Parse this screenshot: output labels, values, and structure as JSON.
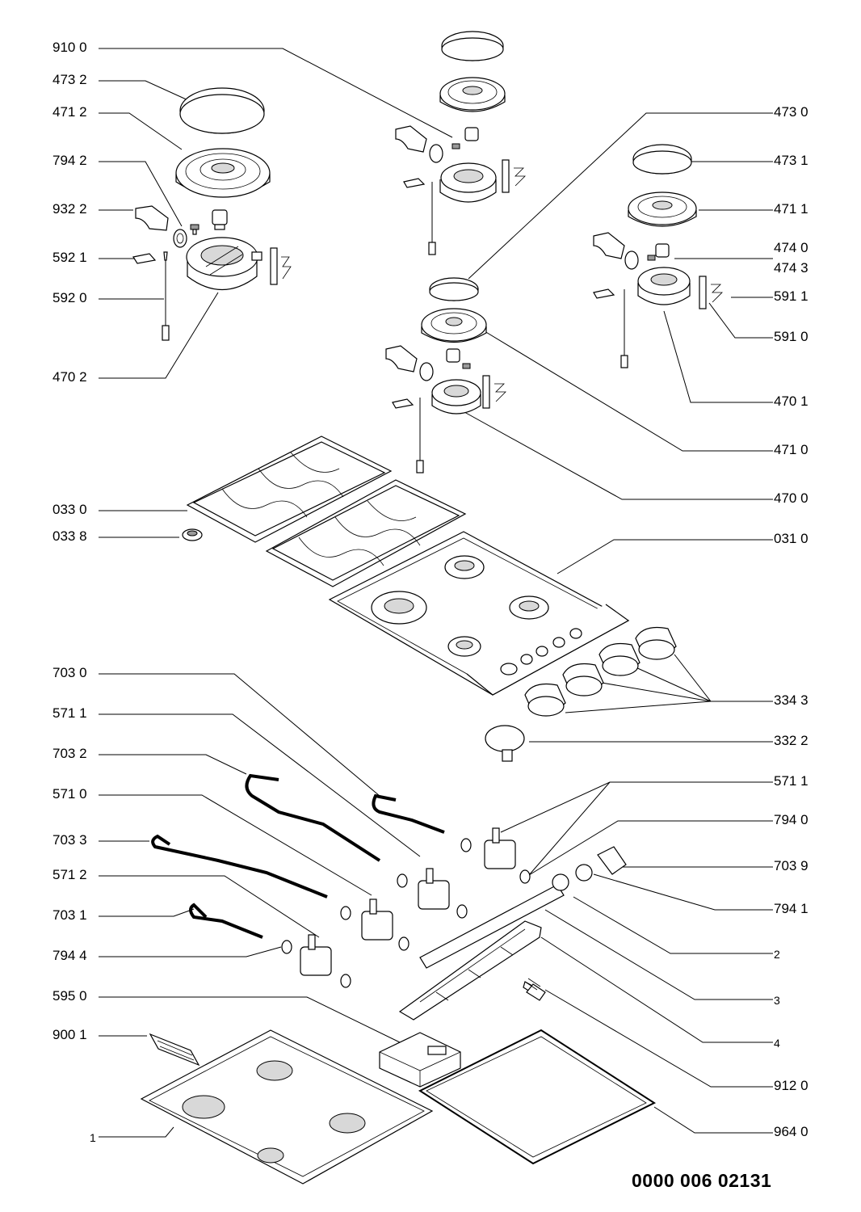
{
  "labels_left": [
    {
      "id": "l-9100",
      "text": "910 0"
    },
    {
      "id": "l-4732",
      "text": "473 2"
    },
    {
      "id": "l-4712",
      "text": "471 2"
    },
    {
      "id": "l-7942",
      "text": "794 2"
    },
    {
      "id": "l-9322",
      "text": "932 2"
    },
    {
      "id": "l-5921",
      "text": "592 1"
    },
    {
      "id": "l-5920",
      "text": "592 0"
    },
    {
      "id": "l-4702",
      "text": "470 2"
    },
    {
      "id": "l-0330",
      "text": "033 0"
    },
    {
      "id": "l-0338",
      "text": "033 8"
    },
    {
      "id": "l-7030",
      "text": "703 0"
    },
    {
      "id": "l-5711a",
      "text": "571 1"
    },
    {
      "id": "l-7032",
      "text": "703 2"
    },
    {
      "id": "l-5710",
      "text": "571 0"
    },
    {
      "id": "l-7033",
      "text": "703 3"
    },
    {
      "id": "l-5712",
      "text": "571 2"
    },
    {
      "id": "l-7031",
      "text": "703 1"
    },
    {
      "id": "l-7944",
      "text": "794 4"
    },
    {
      "id": "l-5950",
      "text": "595 0"
    },
    {
      "id": "l-9001",
      "text": "900 1"
    },
    {
      "id": "l-1",
      "text": "1"
    }
  ],
  "labels_right": [
    {
      "id": "r-4730",
      "text": "473 0"
    },
    {
      "id": "r-4731",
      "text": "473 1"
    },
    {
      "id": "r-4711",
      "text": "471 1"
    },
    {
      "id": "r-4740",
      "text": "474 0"
    },
    {
      "id": "r-4743",
      "text": "474 3"
    },
    {
      "id": "r-5911",
      "text": "591 1"
    },
    {
      "id": "r-5910",
      "text": "591 0"
    },
    {
      "id": "r-4701",
      "text": "470 1"
    },
    {
      "id": "r-4710",
      "text": "471 0"
    },
    {
      "id": "r-4700",
      "text": "470 0"
    },
    {
      "id": "r-0310",
      "text": "031 0"
    },
    {
      "id": "r-3343",
      "text": "334 3"
    },
    {
      "id": "r-3322",
      "text": "332 2"
    },
    {
      "id": "r-5711b",
      "text": "571 1"
    },
    {
      "id": "r-7940",
      "text": "794 0"
    },
    {
      "id": "r-7039",
      "text": "703 9"
    },
    {
      "id": "r-7941",
      "text": "794 1"
    },
    {
      "id": "r-2",
      "text": "2"
    },
    {
      "id": "r-3",
      "text": "3"
    },
    {
      "id": "r-4",
      "text": "4"
    },
    {
      "id": "r-9120",
      "text": "912 0"
    },
    {
      "id": "r-9640",
      "text": "964 0"
    }
  ],
  "document_number": "0000 006 02131"
}
